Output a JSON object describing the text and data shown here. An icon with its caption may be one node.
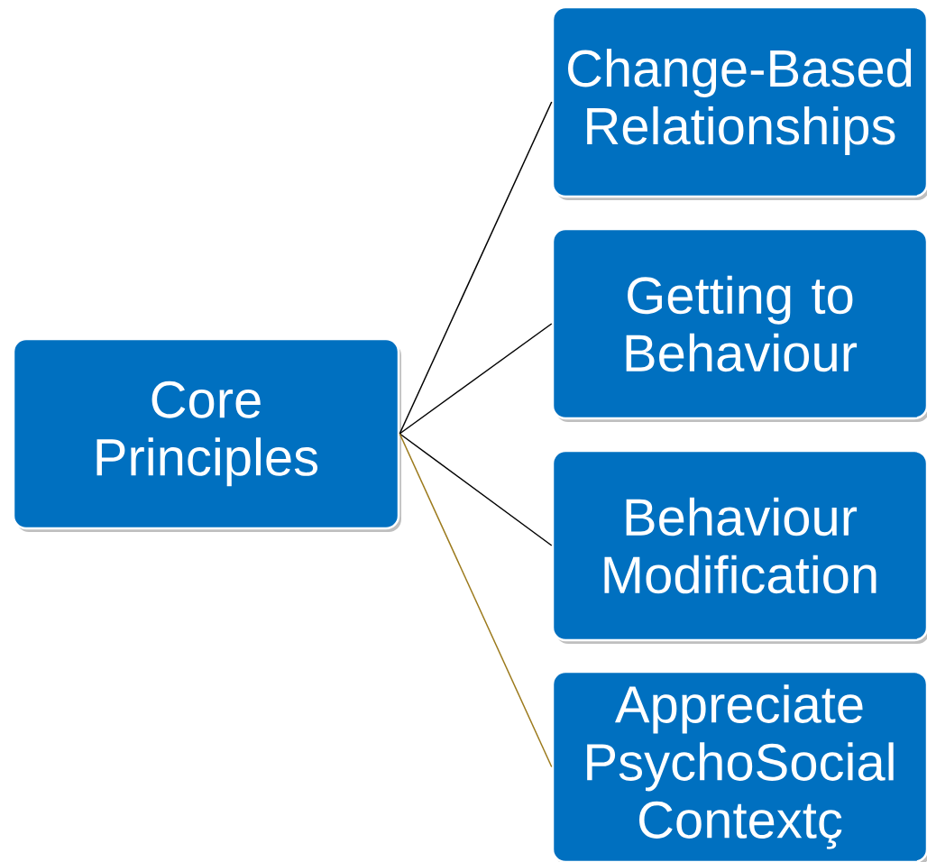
{
  "diagram": {
    "nodes": [
      {
        "text": [
          "Core Principles"
        ]
      },
      {
        "text": [
          "Change-Based Relationships"
        ]
      },
      {
        "text": [
          "Getting to Behaviour"
        ]
      },
      {
        "text": [
          "Behaviour Modification"
        ]
      },
      {
        "text": [
          "Appreciate PsychoSocial Contextç"
        ]
      }
    ],
    "edges": [
      {
        "from": 0,
        "to": 1,
        "arrow": "none"
      },
      {
        "from": 0,
        "to": 2,
        "arrow": "none"
      },
      {
        "from": 0,
        "to": 3,
        "arrow": "none"
      },
      {
        "from": 0,
        "to": 4,
        "arrow": "none",
        "color": "#9c7a1c"
      }
    ]
  }
}
